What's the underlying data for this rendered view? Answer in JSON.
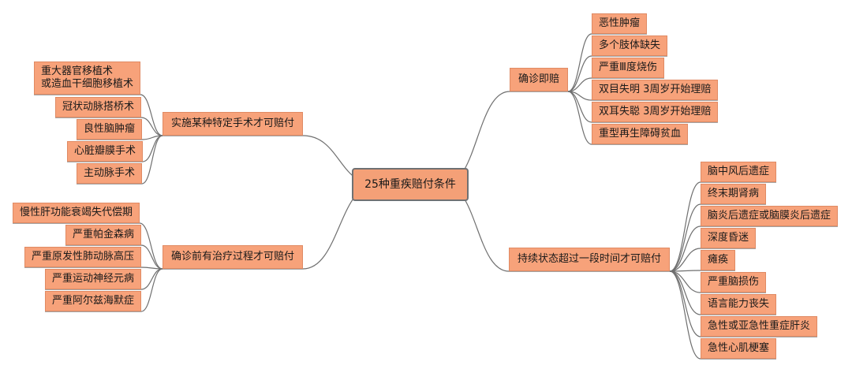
{
  "root": {
    "label": "25种重疾赔付条件"
  },
  "branches": [
    {
      "id": "b-immediate",
      "label": "确诊即赔",
      "leaves": [
        "恶性肿瘤",
        "多个肢体缺失",
        "严重Ⅲ度烧伤",
        "双目失明 3周岁开始理赔",
        "双耳失聪 3周岁开始理赔",
        "重型再生障碍贫血"
      ]
    },
    {
      "id": "b-surgery",
      "label": "实施某种特定手术才可赔付",
      "leaves": [
        "重大器官移植术\n或造血干细胞移植术",
        "冠状动脉搭桥术",
        "良性脑肿瘤",
        "心脏瓣膜手术",
        "主动脉手术"
      ]
    },
    {
      "id": "b-treatment",
      "label": "确诊前有治疗过程才可赔付",
      "leaves": [
        "慢性肝功能衰竭失代偿期",
        "严重帕金森病",
        "严重原发性肺动脉高压",
        "严重运动神经元病",
        "严重阿尔兹海默症"
      ]
    },
    {
      "id": "b-duration",
      "label": "持续状态超过一段时间才可赔付",
      "leaves": [
        "脑中风后遗症",
        "终末期肾病",
        "脑炎后遗症或脑膜炎后遗症",
        "深度昏迷",
        "瘫痪",
        "严重脑损伤",
        "语言能力丧失",
        "急性或亚急性重症肝炎",
        "急性心肌梗塞"
      ]
    }
  ],
  "colors": {
    "node_fill": "#f7a27a",
    "node_border": "#e08a63",
    "root_border": "#6f7173",
    "link": "#6f6f6f"
  }
}
